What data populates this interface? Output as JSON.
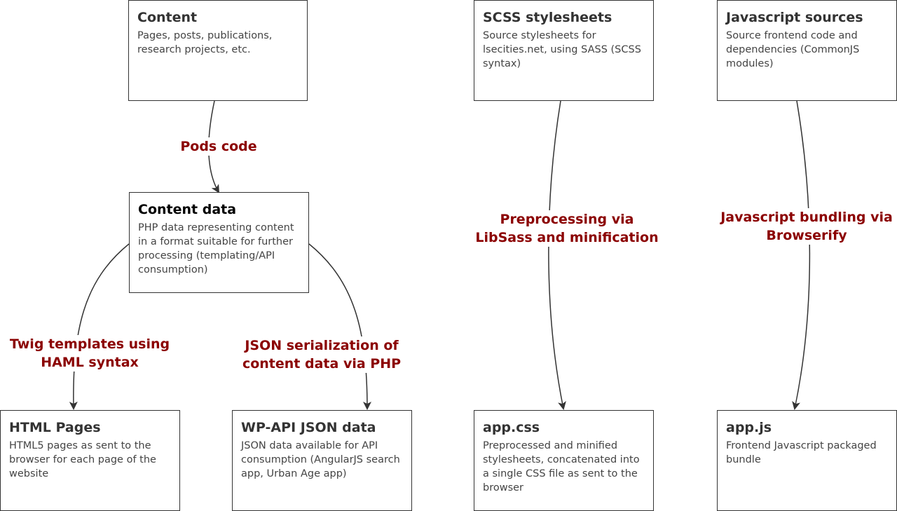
{
  "colors": {
    "node_border": "#333333",
    "edge": "#333333",
    "edge_label": "#8b0000"
  },
  "nodes": {
    "content": {
      "title": "Content",
      "desc": "Pages, posts, publications, research projects, etc."
    },
    "content_data": {
      "title": "Content data",
      "desc": "PHP data representing content in a format suitable for further processing (templating/API consumption)"
    },
    "html_pages": {
      "title": "HTML Pages",
      "desc": "HTML5 pages as sent to the browser for each page of the website"
    },
    "wpapi_json": {
      "title": "WP-API JSON data",
      "desc": "JSON data available for API consumption (AngularJS search app, Urban Age app)"
    },
    "scss": {
      "title": "SCSS stylesheets",
      "desc": "Source stylesheets for lsecities.net, using SASS (SCSS syntax)"
    },
    "appcss": {
      "title": "app.css",
      "desc": "Preprocessed and minified stylesheets, concatenated into a single CSS file as sent to the browser"
    },
    "js_sources": {
      "title": "Javascript sources",
      "desc": "Source frontend code and dependencies (CommonJS modules)"
    },
    "appjs": {
      "title": "app.js",
      "desc": "Frontend Javascript packaged bundle"
    }
  },
  "edges": {
    "pods": {
      "label_l1": "Pods code",
      "label_l2": ""
    },
    "twig": {
      "label_l1": "Twig templates using",
      "label_l2": "HAML syntax"
    },
    "json": {
      "label_l1": "JSON serialization of",
      "label_l2": "content data via PHP"
    },
    "sass": {
      "label_l1": "Preprocessing via",
      "label_l2": "LibSass and minification"
    },
    "browserify": {
      "label_l1": "Javascript bundling via",
      "label_l2": "Browserify"
    }
  }
}
